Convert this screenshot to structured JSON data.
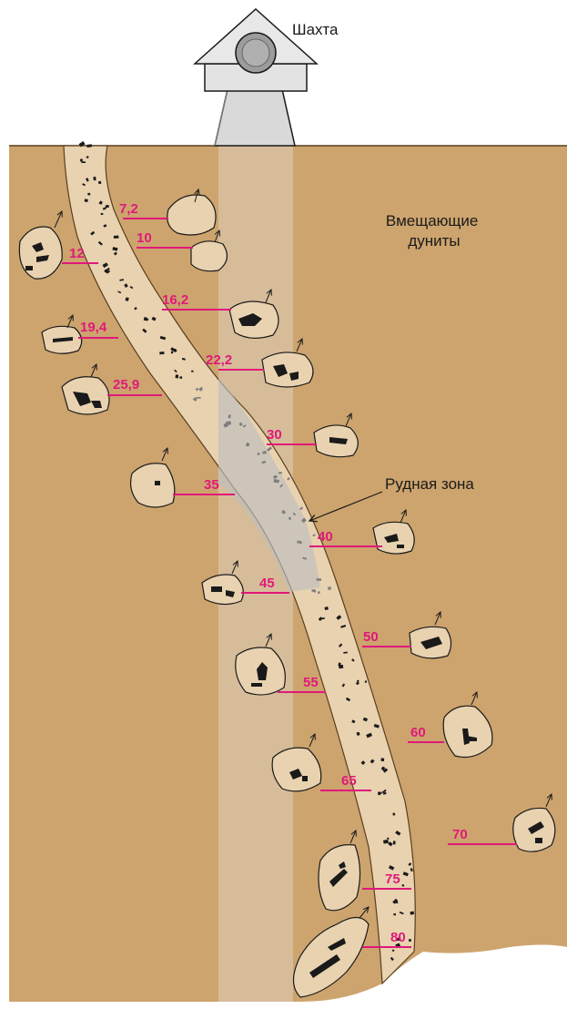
{
  "labels": {
    "shaft": "Шахта",
    "host_rock": "Вмещающие дуниты",
    "ore_zone": "Рудная зона"
  },
  "depth_markers": [
    "7,2",
    "10",
    "12",
    "16,2",
    "19,4",
    "22,2",
    "25,9",
    "30",
    "35",
    "40",
    "45",
    "50",
    "55",
    "60",
    "65",
    "70",
    "75",
    "80"
  ],
  "colors": {
    "host_rock": "#cda46e",
    "vein": "#e8d2b0",
    "shaft_column": "#d8c1a2",
    "ore_zone": "#c9c3bf",
    "marker_line": "#e0197a",
    "inclusion": "#1a1a1a"
  }
}
